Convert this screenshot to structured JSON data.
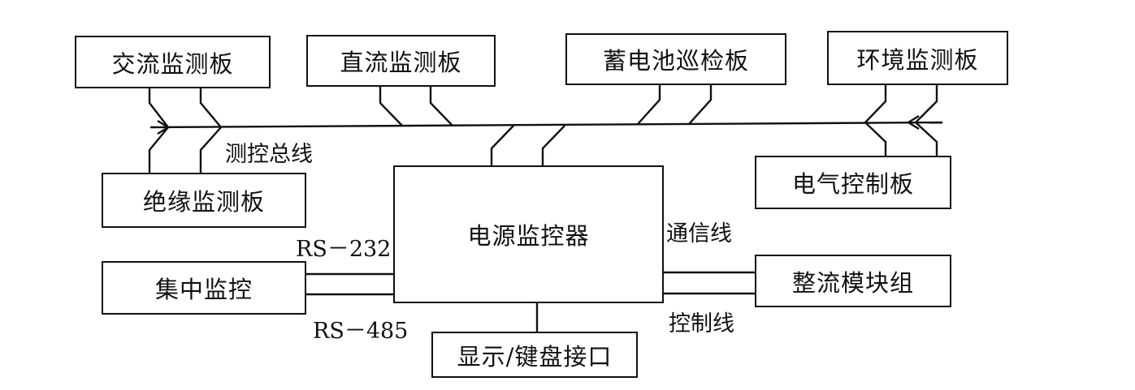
{
  "boxes": {
    "ac_board": "交流监测板",
    "dc_board": "直流监测板",
    "battery_board": "蓄电池巡检板",
    "env_board": "环境监测板",
    "insulation_board": "绝缘监测板",
    "electrical_board": "电气控制板",
    "power_monitor": "电源监控器",
    "central_monitor": "集中监控",
    "rectifier_group": "整流模块组",
    "display_keyboard": "显示/键盘接口"
  },
  "labels": {
    "bus": "测控总线",
    "rs232": "RS－232",
    "rs485": "RS－485",
    "comm_line": "通信线",
    "control_line": "控制线"
  }
}
